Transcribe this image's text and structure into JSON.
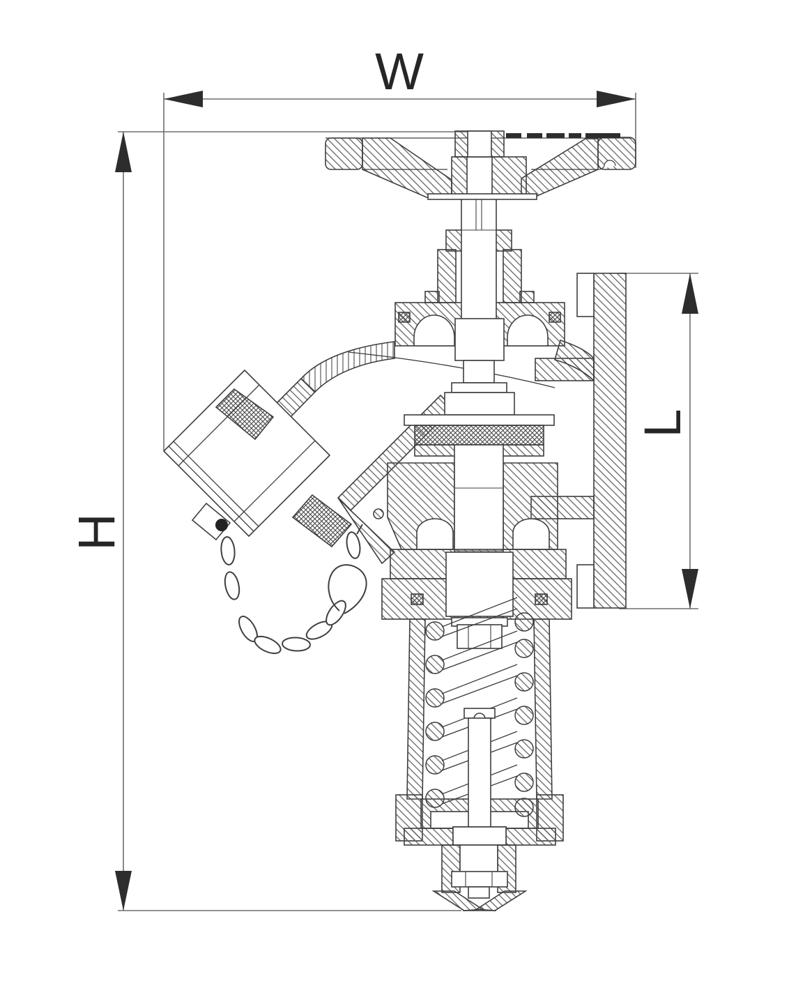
{
  "drawing": {
    "kind": "valve-sectional-drawing",
    "dimensions": {
      "width": {
        "label": "W"
      },
      "height": {
        "label": "H"
      },
      "length": {
        "label": "L"
      }
    },
    "colors": {
      "background": "#ffffff",
      "outline": "#3e3e3e",
      "hatch": "#5f5f5f",
      "dimension_line": "#6e6e6e",
      "arrow": "#2d2d2d",
      "label_text": "#262626"
    }
  }
}
